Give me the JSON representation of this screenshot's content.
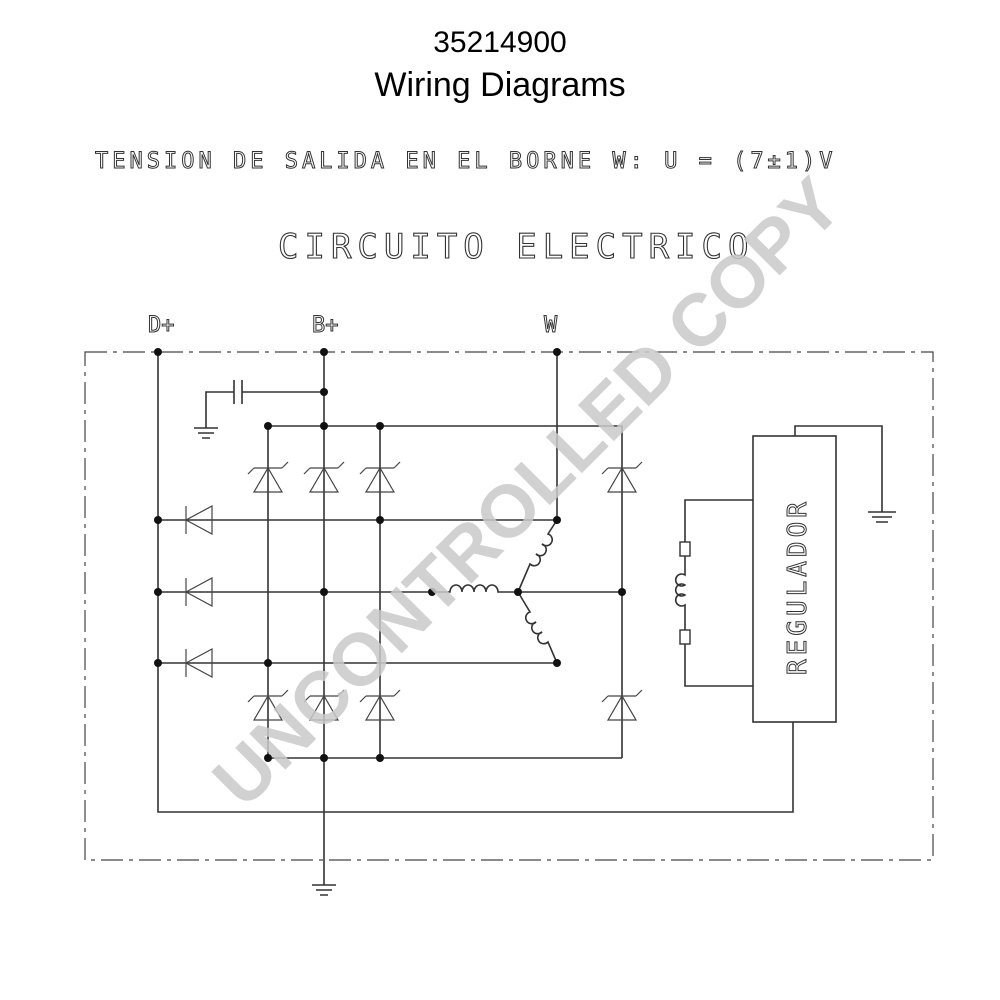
{
  "header": {
    "part_number": "35214900",
    "title": "Wiring Diagrams"
  },
  "diagram": {
    "note": "TENSION DE SALIDA EN EL BORNE W: U = (7±1)V",
    "heading": "CIRCUITO ELECTRICO",
    "terminals": {
      "d_plus": "D+",
      "b_plus": "B+",
      "w": "W"
    },
    "regulator_label": "REGULADOR"
  },
  "watermark": "UNCONTROLLED COPY"
}
